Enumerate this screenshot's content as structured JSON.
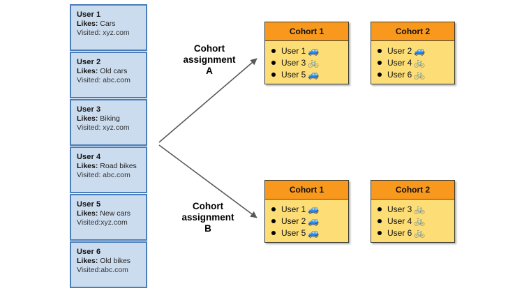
{
  "users": [
    {
      "name": "User 1",
      "likes_label": "Likes:",
      "likes": " Cars",
      "visited": "Visited: xyz.com"
    },
    {
      "name": "User 2",
      "likes_label": "Likes:",
      "likes": " Old cars",
      "visited": "Visited: abc.com"
    },
    {
      "name": "User 3",
      "likes_label": "Likes:",
      "likes": " Biking",
      "visited": "Visited: xyz.com"
    },
    {
      "name": "User 4",
      "likes_label": "Likes:",
      "likes": " Road bikes",
      "visited": "Visited: abc.com"
    },
    {
      "name": "User 5",
      "likes_label": "Likes:",
      "likes": " New cars",
      "visited": "Visited:xyz.com"
    },
    {
      "name": "User 6",
      "likes_label": "Likes:",
      "likes": " Old bikes",
      "visited": "Visited:abc.com"
    }
  ],
  "assignments": [
    {
      "label_line1": "Cohort",
      "label_line2": "assignment",
      "label_line3": "A",
      "cohorts": [
        {
          "title": "Cohort 1",
          "rows": [
            {
              "label": "User 1",
              "icon": "car-icon",
              "glyph": "🚙"
            },
            {
              "label": "User 3",
              "icon": "bike-icon",
              "glyph": "🚲"
            },
            {
              "label": "User 5",
              "icon": "car-icon",
              "glyph": "🚙"
            }
          ]
        },
        {
          "title": "Cohort 2",
          "rows": [
            {
              "label": "User 2",
              "icon": "car-icon",
              "glyph": "🚙"
            },
            {
              "label": "User 4",
              "icon": "bike-icon",
              "glyph": "🚲"
            },
            {
              "label": "User 6",
              "icon": "bike-icon",
              "glyph": "🚲"
            }
          ]
        }
      ]
    },
    {
      "label_line1": "Cohort",
      "label_line2": "assignment",
      "label_line3": "B",
      "cohorts": [
        {
          "title": "Cohort 1",
          "rows": [
            {
              "label": "User 1",
              "icon": "car-icon",
              "glyph": "🚙"
            },
            {
              "label": "User 2",
              "icon": "car-icon",
              "glyph": "🚙"
            },
            {
              "label": "User 5",
              "icon": "car-icon",
              "glyph": "🚙"
            }
          ]
        },
        {
          "title": "Cohort 2",
          "rows": [
            {
              "label": "User 3",
              "icon": "bike-icon",
              "glyph": "🚲"
            },
            {
              "label": "User 4",
              "icon": "bike-icon",
              "glyph": "🚲"
            },
            {
              "label": "User 6",
              "icon": "bike-icon",
              "glyph": "🚲"
            }
          ]
        }
      ]
    }
  ],
  "colors": {
    "user_card_fill": "#ccdcef",
    "user_card_border": "#4a7ebb",
    "cohort_header": "#f8981d",
    "cohort_body": "#fcdd76",
    "cohort_border": "#3d3d33",
    "arrow": "#595959",
    "background": "#ffffff"
  }
}
